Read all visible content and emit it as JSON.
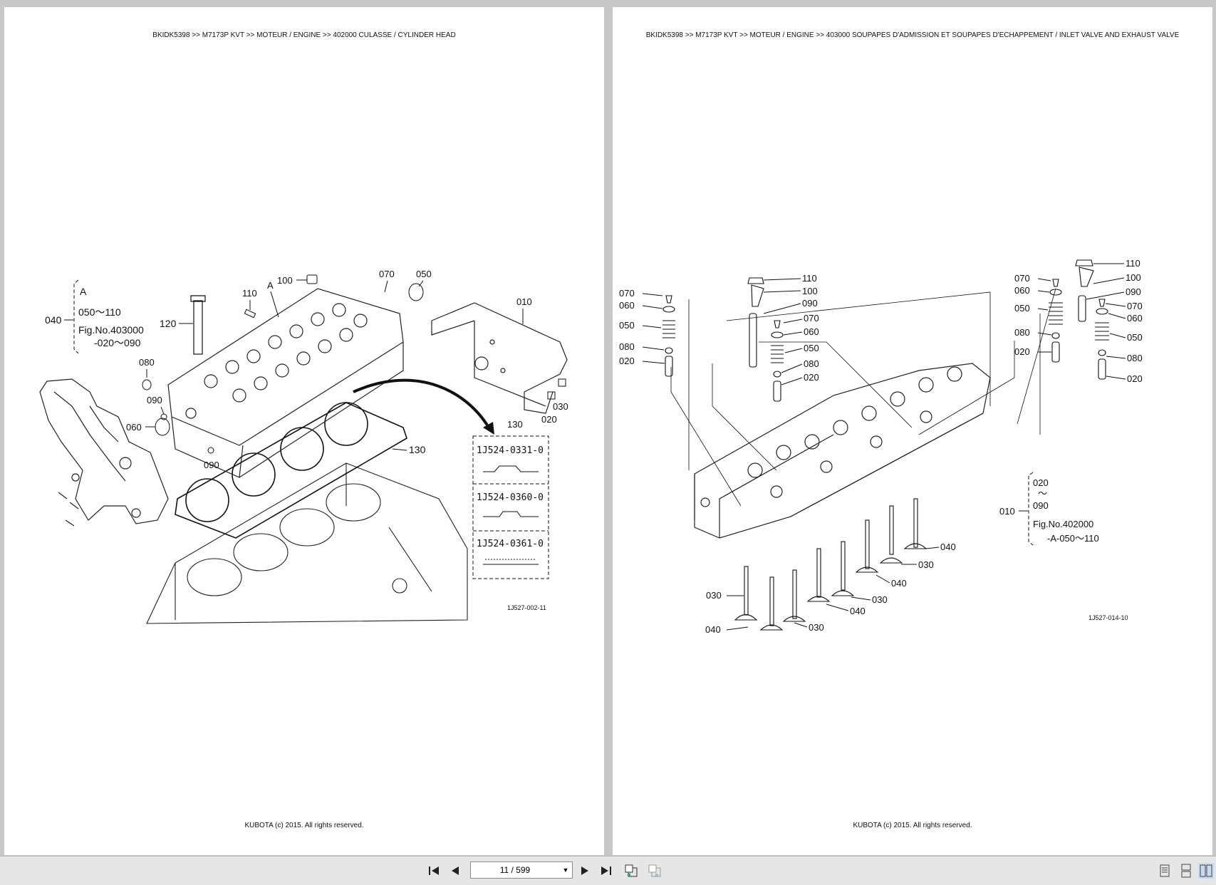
{
  "left_page": {
    "breadcrumb": "BKIDK5398 >> M7173P KVT >> MOTEUR / ENGINE >> 402000   CULASSE / CYLINDER HEAD",
    "footer": "KUBOTA (c) 2015. All rights reserved.",
    "figure_code": "1J527-002-11",
    "callouts": {
      "c010": "010",
      "c020": "020",
      "c030": "030",
      "c040": "040",
      "c050": "050",
      "c060": "060",
      "c070": "070",
      "c080": "080",
      "c090a": "090",
      "c090b": "090",
      "c100": "100",
      "c110": "110",
      "c120": "120",
      "c130a": "130",
      "c130b": "130",
      "a_label": "A"
    },
    "group_note": {
      "letter": "A",
      "line1": "050～110",
      "line2": "Fig.No.403000",
      "line3": "-020～090"
    },
    "gasket_options": [
      "1J524-0331-0",
      "1J524-0360-0",
      "1J524-0361-0"
    ]
  },
  "right_page": {
    "breadcrumb": "BKIDK5398 >> M7173P KVT >> MOTEUR / ENGINE >> 403000   SOUPAPES D'ADMISSION ET SOUPAPES D'ECHAPPEMENT / INLET VALVE AND EXHAUST VALVE",
    "footer": "KUBOTA (c) 2015. All rights reserved.",
    "figure_code": "1J527-014-10",
    "callouts": {
      "l070": "070",
      "l060": "060",
      "l050": "050",
      "l080": "080",
      "l020": "020",
      "l110": "110",
      "l100": "100",
      "l090": "090",
      "m070": "070",
      "m060": "060",
      "m050": "050",
      "m080": "080",
      "m020": "020",
      "r070": "070",
      "r060": "060",
      "r050": "050",
      "r080": "080",
      "r020": "020",
      "r110": "110",
      "r100": "100",
      "r090": "090",
      "s070": "070",
      "s060": "060",
      "s050": "050",
      "s080": "080",
      "s020": "020",
      "v040a": "040",
      "v030a": "030",
      "v040b": "040",
      "v030b": "030",
      "v040c": "040",
      "v030c": "030",
      "v030d": "030",
      "v040d": "040"
    },
    "group_note": {
      "ref": "010",
      "line1": "020",
      "line2": "～",
      "line3": "090",
      "line4": "Fig.No.402000",
      "line5": "-A-050～110"
    }
  },
  "toolbar": {
    "page_indicator": "11 / 599"
  }
}
